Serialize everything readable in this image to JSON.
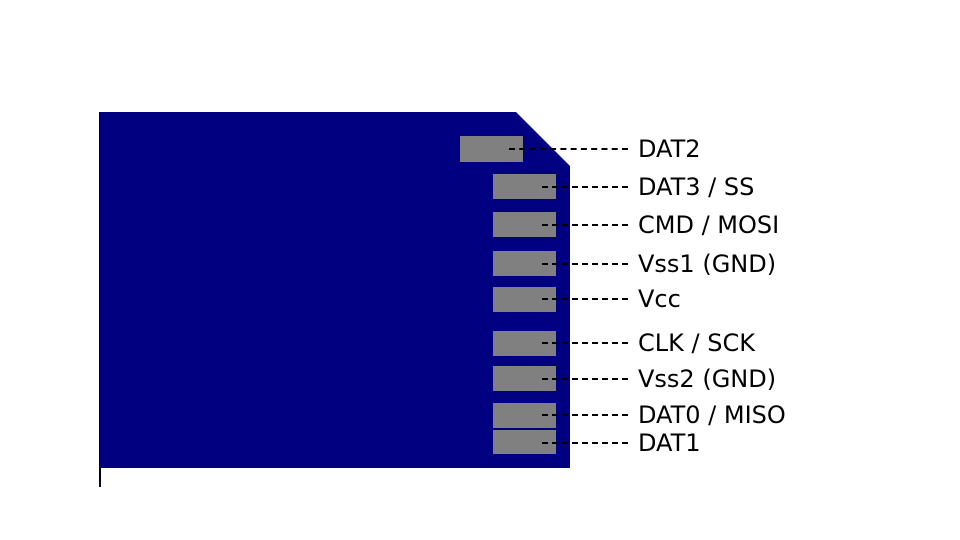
{
  "diagram": {
    "type": "pinout",
    "card_color": "#000080",
    "card_edge_color": "#000018",
    "pin_pad_color": "#808080",
    "lead_line_color": "#000000",
    "label_color": "#000000",
    "pins": [
      {
        "label": "DAT2"
      },
      {
        "label": "DAT3 / SS"
      },
      {
        "label": "CMD / MOSI"
      },
      {
        "label": "Vss1 (GND)"
      },
      {
        "label": "Vcc"
      },
      {
        "label": "CLK / SCK"
      },
      {
        "label": "Vss2 (GND)"
      },
      {
        "label": "DAT0 / MISO"
      },
      {
        "label": "DAT1"
      }
    ]
  }
}
